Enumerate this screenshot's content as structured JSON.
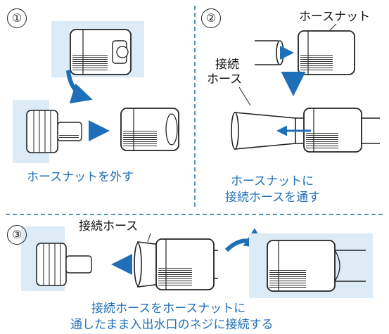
{
  "colors": {
    "accent": "#1f6fb8",
    "panel": "#dcebf6",
    "line": "#222222"
  },
  "steps": [
    {
      "number": "①",
      "caption": "ホースナットを外す"
    },
    {
      "number": "②",
      "caption_line1": "ホースナットに",
      "caption_line2": "接続ホースを通す",
      "label_nut": "ホースナット",
      "label_hose_line1": "接続",
      "label_hose_line2": "ホース"
    },
    {
      "number": "③",
      "label_hose": "接続ホース",
      "caption_line1": "接続ホースをホースナットに",
      "caption_line2": "通したまま入出水口のネジに接続する"
    }
  ]
}
